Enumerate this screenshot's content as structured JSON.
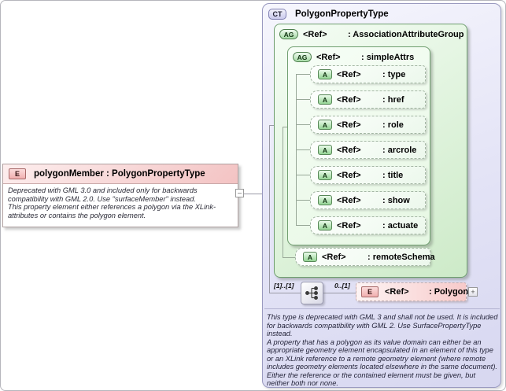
{
  "colors": {
    "complex_type_fill": "#dcdcf4",
    "complex_type_border": "#9a9ac0",
    "attribute_group_fill": "#d5f0d0",
    "attribute_group_border": "#6f9e6f",
    "attribute_fill": "#ecf8ec",
    "element_fill": "#f3c3c3",
    "element_optional_fill": "#f7caca",
    "connector": "#9a9aa6"
  },
  "element_box": {
    "badge": "E",
    "title": "polygonMember : PolygonPropertyType",
    "annotation": {
      "p1": "Deprecated with GML 3.0 and included only for backwards compatibility with GML 2.0. Use \"surfaceMember\" instead.",
      "p2": "This property element either references a polygon via the XLink-attributes or contains the polygon element."
    },
    "collapse_handle": "–"
  },
  "complex_type": {
    "badge": "CT",
    "title": "PolygonPropertyType",
    "association_attribute_group": {
      "badge": "AG",
      "ref": "<Ref>",
      "label": ": AssociationAttributeGroup",
      "simple_attrs": {
        "badge": "AG",
        "ref": "<Ref>",
        "label": ": simpleAttrs",
        "attributes": [
          {
            "badge": "A",
            "ref": "<Ref>",
            "label": ": type"
          },
          {
            "badge": "A",
            "ref": "<Ref>",
            "label": ": href"
          },
          {
            "badge": "A",
            "ref": "<Ref>",
            "label": ": role"
          },
          {
            "badge": "A",
            "ref": "<Ref>",
            "label": ": arcrole"
          },
          {
            "badge": "A",
            "ref": "<Ref>",
            "label": ": title"
          },
          {
            "badge": "A",
            "ref": "<Ref>",
            "label": ": show"
          },
          {
            "badge": "A",
            "ref": "<Ref>",
            "label": ": actuate"
          }
        ]
      },
      "remote_schema": {
        "badge": "A",
        "ref": "<Ref>",
        "label": ": remoteSchema"
      }
    },
    "content_model": {
      "occurrence_left": "[1]..[1]",
      "occurrence_right": "0..[1]",
      "element": {
        "badge": "E",
        "ref": "<Ref>",
        "label": ": Polygon"
      },
      "expand_button": "+"
    },
    "annotation": {
      "p1": "This type is deprecated with GML 3 and shall not be used. It is included for backwards compatibility with GML 2. Use SurfacePropertyType instead.",
      "p2": "A property that has a polygon as its value domain can either be an appropriate geometry element encapsulated in an element of this type or an XLink reference to a remote geometry element (where remote includes geometry elements located elsewhere in the same document). Either the reference or the contained element must be given, but neither both nor none."
    }
  }
}
